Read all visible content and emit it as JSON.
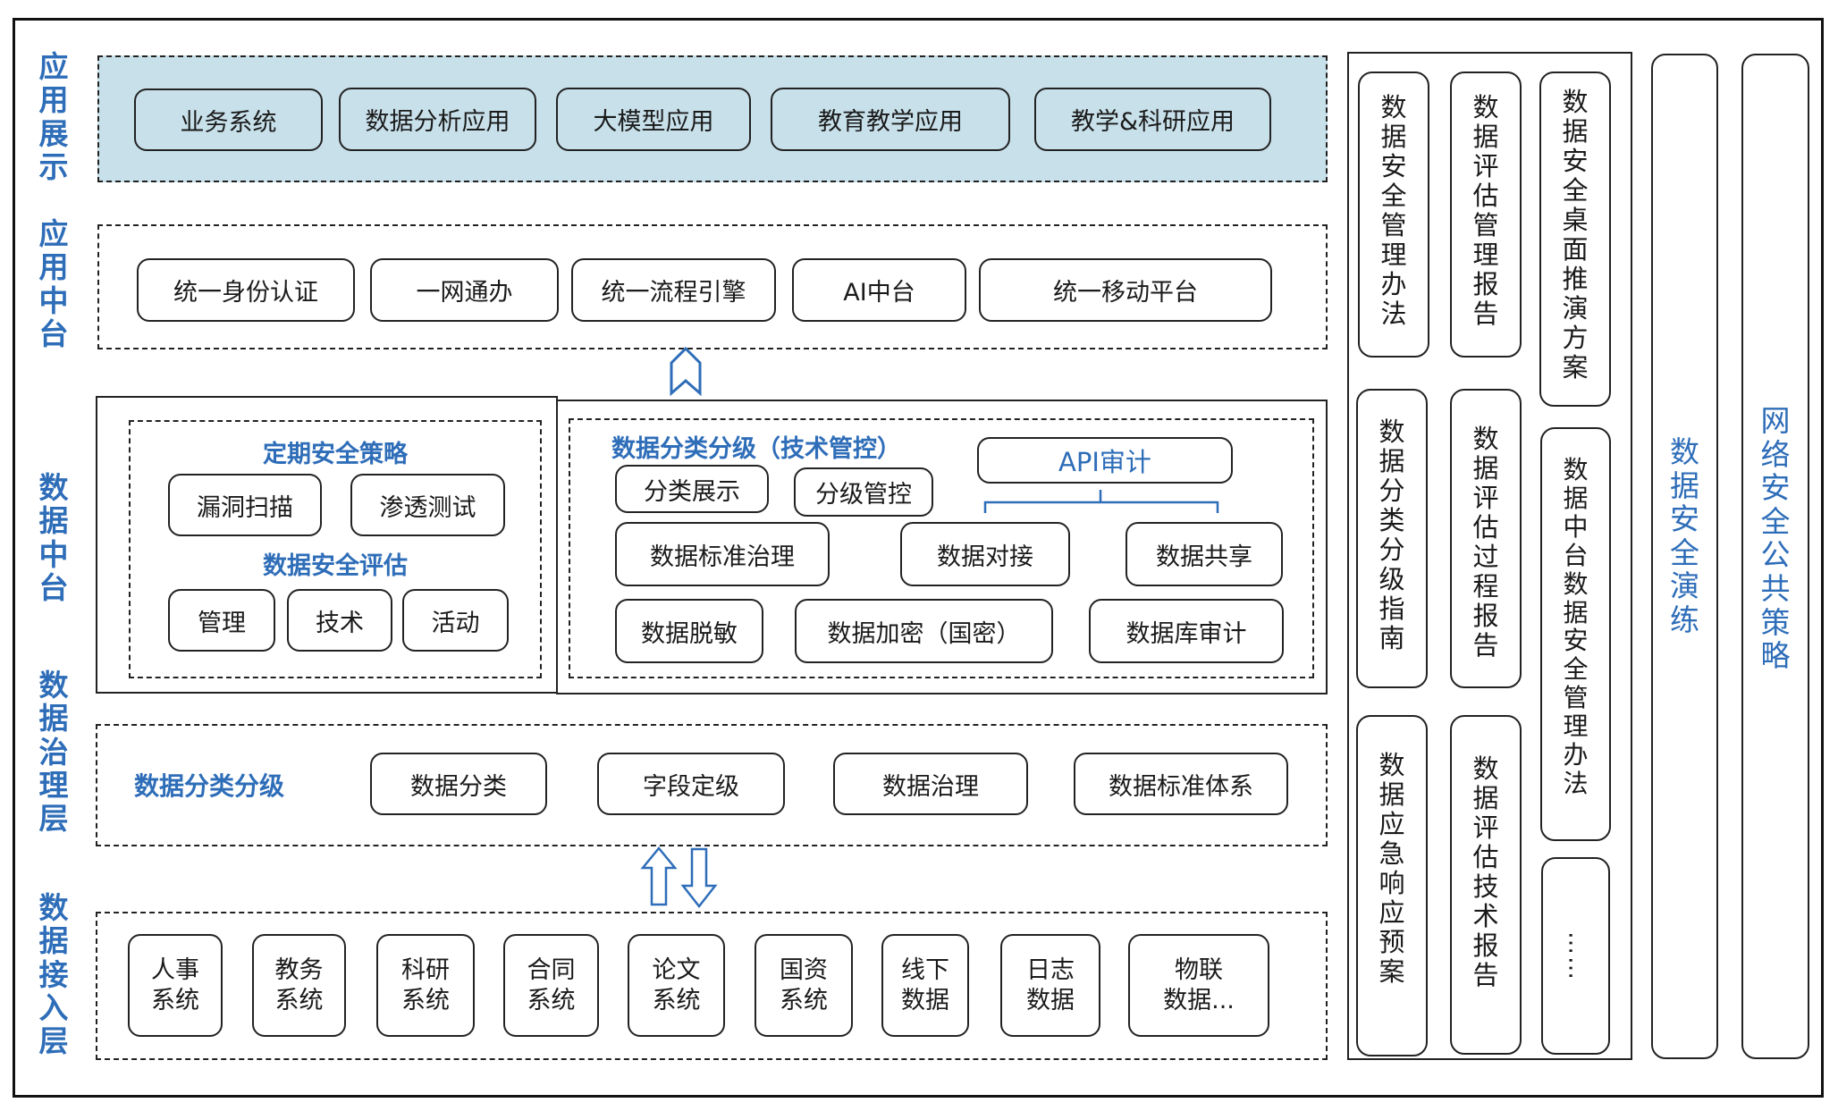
{
  "colors": {
    "accent_blue": "#2e6db8",
    "app_display_fill": "#c8e0ea",
    "stroke": "#222222"
  },
  "layers": {
    "app_display": {
      "label": "应用展示",
      "items": [
        "业务系统",
        "数据分析应用",
        "大模型应用",
        "教育教学应用",
        "教学&科研应用"
      ]
    },
    "app_middle": {
      "label": "应用中台",
      "items": [
        "统一身份认证",
        "一网通办",
        "统一流程引擎",
        "AI中台",
        "统一移动平台"
      ]
    },
    "data_platform": {
      "label": "数据中台",
      "security_panel": {
        "policy_title": "定期安全策略",
        "policy_items": [
          "漏洞扫描",
          "渗透测试"
        ],
        "assessment_title": "数据安全评估",
        "assessment_items": [
          "管理",
          "技术",
          "活动"
        ]
      },
      "tech_panel": {
        "title": "数据分类分级（技术管控）",
        "api_audit": "API审计",
        "items": [
          "分类展示",
          "分级管控",
          "数据标准治理",
          "数据对接",
          "数据共享",
          "数据脱敏",
          "数据加密（国密）",
          "数据库审计"
        ]
      }
    },
    "governance": {
      "label": "数据治理层",
      "title": "数据分类分级",
      "items": [
        "数据分类",
        "字段定级",
        "数据治理",
        "数据标准体系"
      ]
    },
    "access": {
      "label": "数据接入层",
      "items": [
        {
          "line1": "人事",
          "line2": "系统"
        },
        {
          "line1": "教务",
          "line2": "系统"
        },
        {
          "line1": "科研",
          "line2": "系统"
        },
        {
          "line1": "合同",
          "line2": "系统"
        },
        {
          "line1": "论文",
          "line2": "系统"
        },
        {
          "line1": "国资",
          "line2": "系统"
        },
        {
          "line1": "线下",
          "line2": "数据"
        },
        {
          "line1": "日志",
          "line2": "数据"
        },
        {
          "line1": "物联",
          "line2": "数据..."
        }
      ]
    }
  },
  "right_panel": {
    "documents": [
      "数据安全管理办法",
      "数据评估管理报告",
      "数据安全桌面推演方案",
      "数据分类分级指南",
      "数据评估过程报告",
      "数据中台数据安全管理办法",
      "数据应急响应预案",
      "数据评估技术报告",
      "……"
    ],
    "drill": "数据安全演练",
    "policy": "网络安全公共策略"
  },
  "arrows": [
    "up-arrow-to-app-middle",
    "up-arrow-from-access",
    "down-arrow-to-access"
  ]
}
